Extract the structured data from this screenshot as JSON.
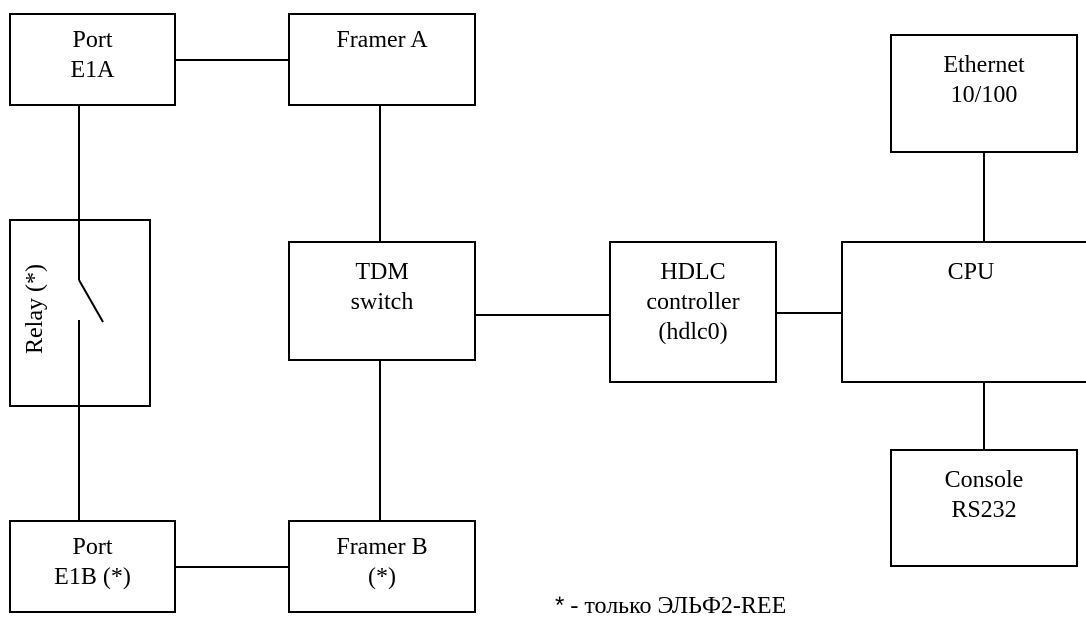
{
  "blocks": {
    "port_e1a": {
      "line1": "Port",
      "line2": "E1A"
    },
    "framer_a": {
      "line1": "Framer A"
    },
    "relay": {
      "label": "Relay (*)"
    },
    "tdm_switch": {
      "line1": "TDM",
      "line2": "switch"
    },
    "hdlc_controller": {
      "line1": "HDLC",
      "line2": "controller",
      "line3": "(hdlc0)"
    },
    "cpu": {
      "line1": "CPU"
    },
    "ethernet": {
      "line1": "Ethernet",
      "line2": "10/100"
    },
    "console": {
      "line1": "Console",
      "line2": "RS232"
    },
    "port_e1b": {
      "line1": "Port",
      "line2": "E1B (*)"
    },
    "framer_b": {
      "line1": "Framer B",
      "line2": "(*)"
    }
  },
  "footnote": {
    "star": "*",
    "text": " - только ЭЛЬФ2-REE"
  }
}
